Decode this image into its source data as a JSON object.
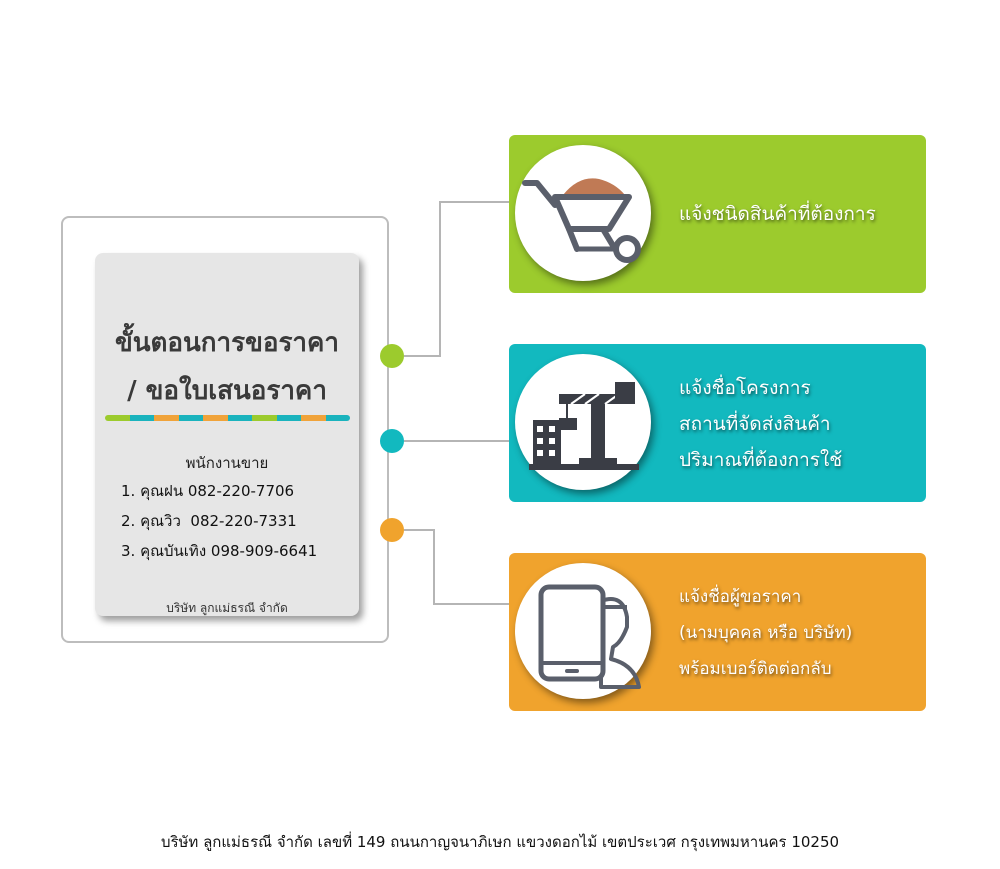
{
  "card": {
    "title_line1": "ขั้นตอนการขอราคา",
    "title_line2": "/ ขอใบเสนอราคา",
    "bar_colors": [
      "#9ccb2d",
      "#1ab3bd",
      "#f0a33a",
      "#1ab3bd",
      "#f0a33a",
      "#1ab3bd",
      "#9ccb2d",
      "#1ab3bd",
      "#f0a33a",
      "#1ab3bd"
    ],
    "sales_heading": "พนักงานขาย",
    "contacts": [
      "1. คุณฝน 082-220-7706",
      "2. คุณวิว  082-220-7331",
      "3. คุณบันเทิง 098-909-6641"
    ],
    "company_name": "บริษัท ลูกแม่ธรณี จำกัด"
  },
  "steps": [
    {
      "color": "#9ccb2d",
      "icon": "wheelbarrow-icon",
      "lines": [
        "แจ้งชนิดสินค้าที่ต้องการ"
      ]
    },
    {
      "color": "#12b9bf",
      "icon": "construction-crane-icon",
      "lines": [
        "แจ้งชื่อโครงการ",
        "สถานที่จัดส่งสินค้า",
        "ปริมาณที่ต้องการใช้"
      ]
    },
    {
      "color": "#f0a32d",
      "icon": "phone-worker-icon",
      "lines": [
        "แจ้งชื่อผู้ขอราคา",
        "(นามบุคคล หรือ บริษัท)",
        "พร้อมเบอร์ติดต่อกลับ"
      ]
    }
  ],
  "footer": {
    "address": "บริษัท ลูกแม่ธรณี จำกัด เลขที่ 149 ถนนกาญจนาภิเษก แขวงดอกไม้ เขตประเวศ กรุงเทพมหานคร 10250"
  }
}
